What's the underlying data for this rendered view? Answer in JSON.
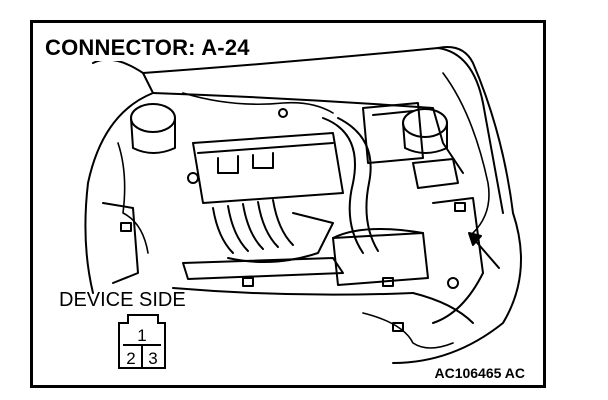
{
  "diagram": {
    "title": "CONNECTOR: A-24",
    "device_label": "DEVICE SIDE",
    "figure_id": "AC106465 AC",
    "connector_pins": [
      "1",
      "2",
      "3"
    ],
    "subject": "engine-compartment-line-drawing",
    "pointer": "arrow-pointing-to-connector"
  }
}
